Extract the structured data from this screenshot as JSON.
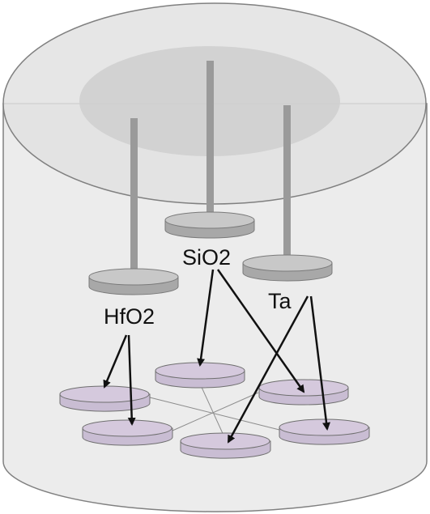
{
  "labels": {
    "sio2": "SiO2",
    "ta": "Ta",
    "hfo2": "HfO2"
  },
  "colors": {
    "chamber_fill": "#dcdcdc",
    "chamber_stroke": "#808080",
    "inner_lid": "#cfcfcf",
    "target_top": "#c8c8c8",
    "target_side": "#a8a8a8",
    "rod": "#9a9a9a",
    "substrate_top": "#d5c9dd",
    "substrate_side": "#c9bdd3",
    "arrow": "#111111",
    "link_line": "#8c8c8c"
  },
  "icons": {
    "targets": "sputtering-target",
    "substrates": "substrate-holder",
    "arrows": "deposition-arrow"
  }
}
